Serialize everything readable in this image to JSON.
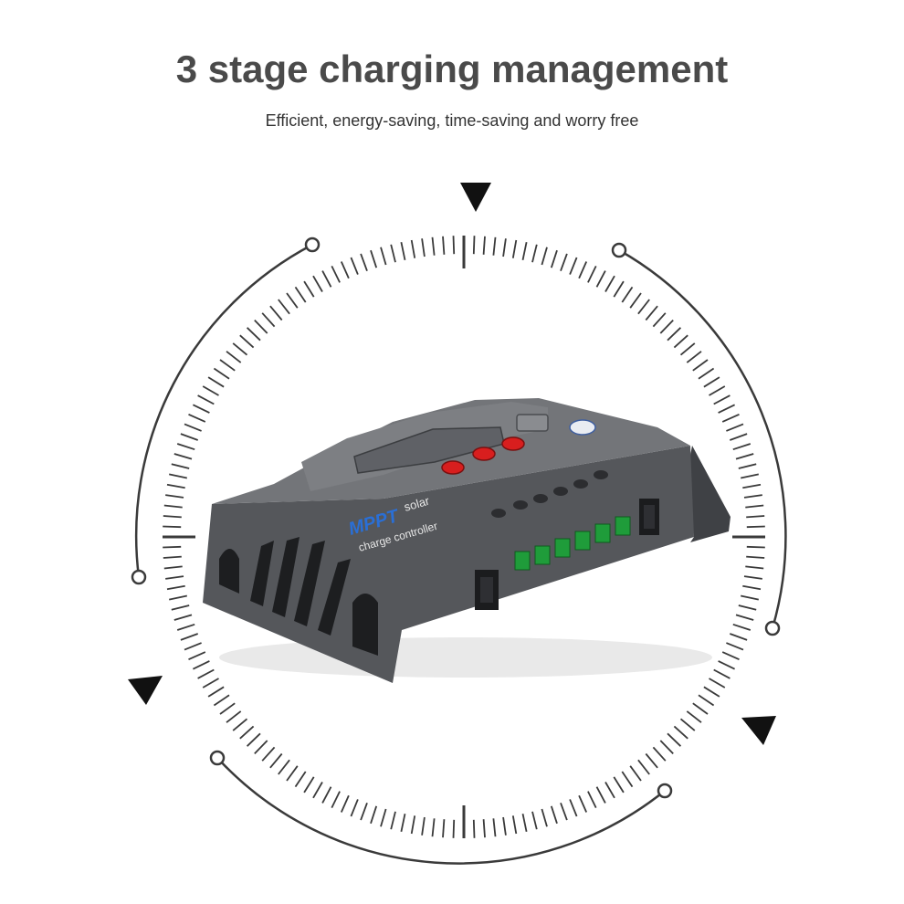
{
  "headline": "3 stage charging management",
  "subline": "Efficient, energy-saving, time-saving and worry free",
  "product": {
    "logo_text": "MPPT",
    "label_line1": "solar",
    "label_line2": "charge controller",
    "brand_mark": "logo-badge-icon"
  },
  "colors": {
    "headline": "#4a4a4a",
    "text": "#333333",
    "dial": "#3a3a3a",
    "housing_top": "#707276",
    "housing_front": "#4f5155",
    "buttons": "#d81e1e",
    "terminals": "#1f9c3a",
    "logo_blue": "#2a6fd6"
  },
  "icons": [
    "triangle-marker-icon",
    "circle-node-icon"
  ]
}
